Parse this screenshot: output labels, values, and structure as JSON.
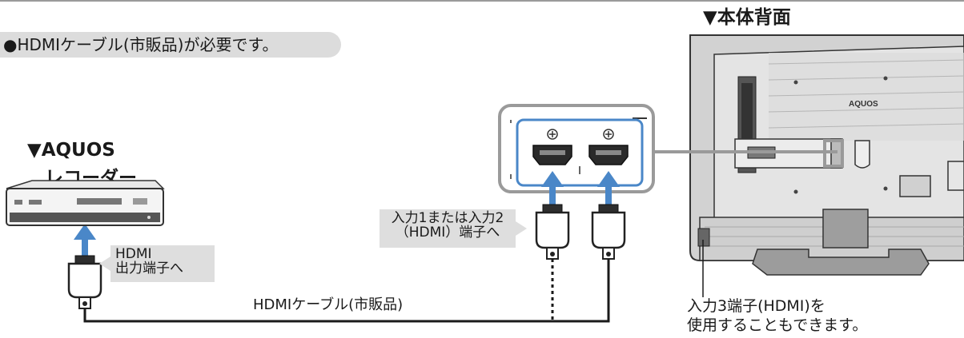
{
  "header_note": "●HDMIケーブル(市販品)が必要です。",
  "titles": {
    "tv_back": "▼本体背面",
    "recorder_line1": "▼AQUOS",
    "recorder_line2": "レコーダー"
  },
  "labels": {
    "hdmi_output_line1": "HDMI",
    "hdmi_output_line2": "出力端子へ",
    "input_terminal_line1": "入力1または入力2",
    "input_terminal_line2": "（HDMI）端子へ",
    "cable": "HDMIケーブル(市販品)",
    "input3_line1": "入力3端子(HDMI)を",
    "input3_line2": "使用することもできます。"
  },
  "tv_brand": "AQUOS",
  "colors": {
    "arrow_blue": "#4a87c8",
    "highlight_blue": "#4a87c8",
    "callout_gray": "#dedede",
    "tv_gray": "#cfcfcf"
  }
}
